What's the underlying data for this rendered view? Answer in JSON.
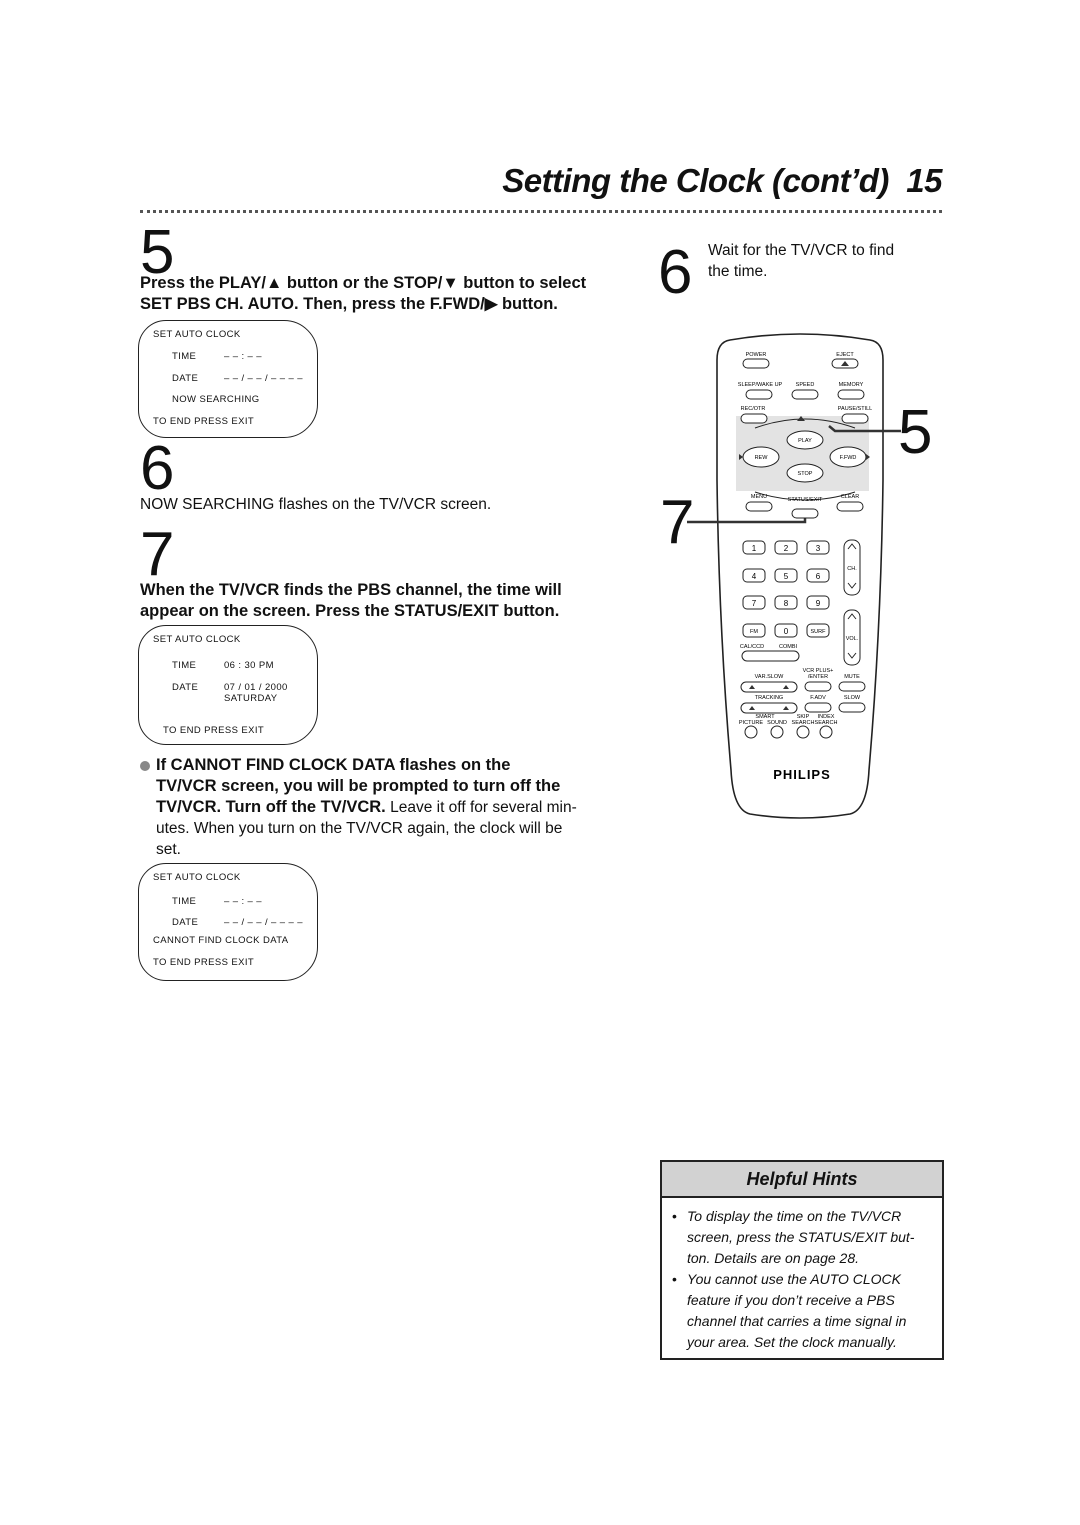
{
  "header": {
    "title": "Setting the Clock (cont’d)",
    "page_number": "15"
  },
  "left": {
    "step5": {
      "number": "5",
      "line1": "Press the PLAY/▲ button or the STOP/▼ button to select",
      "line2": "SET PBS CH. AUTO. Then, press the F.FWD/▶ button.",
      "screen": {
        "title": "SET AUTO CLOCK",
        "time_label": "TIME",
        "time_value": "– – : – –",
        "date_label": "DATE",
        "date_value": "– – / – – / – – – –",
        "status": "NOW SEARCHING",
        "footer": "TO END PRESS EXIT"
      }
    },
    "step6": {
      "number": "6",
      "text": "NOW SEARCHING flashes on the TV/VCR screen."
    },
    "step7": {
      "number": "7",
      "line1": "When the TV/VCR finds the PBS channel, the time will",
      "line2": "appear on the screen. Press the STATUS/EXIT button.",
      "screen": {
        "title": "SET AUTO CLOCK",
        "time_label": "TIME",
        "time_value": "06 : 30 PM",
        "date_label": "DATE",
        "date_value": "07 / 01 / 2000",
        "day": "SATURDAY",
        "footer": "TO END PRESS EXIT"
      }
    },
    "note": {
      "bold1": "If CANNOT FIND CLOCK DATA flashes on the",
      "bold2": "TV/VCR screen, you will be prompted to turn off the",
      "bold3": "TV/VCR. Turn off the TV/VCR.",
      "rest3": " Leave it off for several min-",
      "line4": "utes. When you turn on the TV/VCR again, the clock will be",
      "line5": "set.",
      "screen": {
        "title": "SET AUTO CLOCK",
        "time_label": "TIME",
        "time_value": "– – : – –",
        "date_label": "DATE",
        "date_value": "– – / – – / – – – –",
        "status": "CANNOT FIND CLOCK DATA",
        "footer": "TO END PRESS EXIT"
      }
    }
  },
  "right": {
    "step6": {
      "number": "6",
      "line1": "Wait for the TV/VCR to find",
      "line2": "the time."
    },
    "callout5": "5",
    "callout7": "7",
    "remote": {
      "brand": "PHILIPS",
      "labels": {
        "power": "POWER",
        "eject": "EJECT",
        "sleep": "SLEEP/WAKE UP",
        "speed": "SPEED",
        "memory": "MEMORY",
        "rec": "REC/OTR",
        "pause": "PAUSE/STILL",
        "play": "PLAY",
        "rew": "REW",
        "ffwd": "F.FWD",
        "stop": "STOP",
        "menu": "MENU",
        "status": "STATUS/EXIT",
        "clear": "CLEAR",
        "ch": "CH.",
        "vol": "VOL.",
        "fm": "FM",
        "surf": "SURF",
        "cc": "CAL/CCD",
        "combi": "COMBI",
        "vcrplus": "VCR PLUS+",
        "varslow": "VAR.SLOW",
        "enter": "/ENTER",
        "mute": "MUTE",
        "tracking": "TRACKING",
        "fadv": "F.ADV",
        "slow": "SLOW",
        "smart": "SMART",
        "picture": "PICTURE",
        "sound": "SOUND",
        "skip": "SKIP",
        "index": "INDEX",
        "search1": "SEARCH",
        "search2": "SEARCH"
      },
      "digits": [
        "1",
        "2",
        "3",
        "4",
        "5",
        "6",
        "7",
        "8",
        "9",
        "0"
      ]
    }
  },
  "hints": {
    "title": "Helpful Hints",
    "items": [
      "To display the time on the TV/VCR screen, press the STATUS/EXIT but- ton. Details are on page 28.",
      "You cannot use the AUTO CLOCK feature if you don’t receive a PBS channel that carries a time signal in your area. Set the clock manually."
    ]
  }
}
